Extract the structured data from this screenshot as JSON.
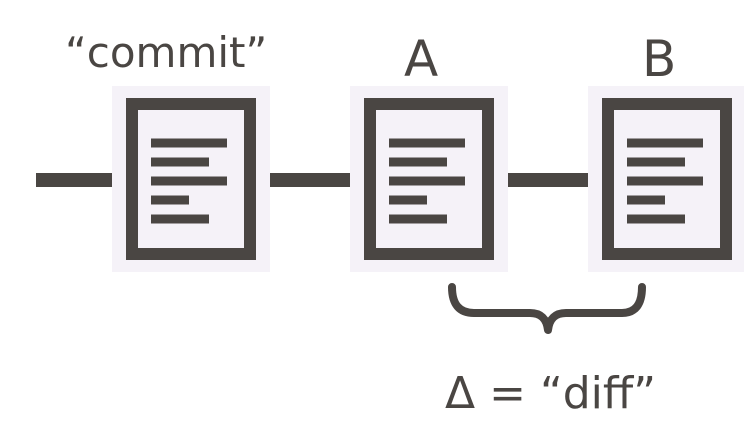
{
  "labels": {
    "commit": "“commit”",
    "a": "A",
    "b": "B",
    "diff": "Δ = “diff”"
  },
  "colors": {
    "ink": "#4a4643",
    "paper": "#f5f2f8",
    "background": "#ffffff"
  },
  "icons": [
    "document-icon",
    "document-icon",
    "document-icon",
    "brace-icon"
  ]
}
